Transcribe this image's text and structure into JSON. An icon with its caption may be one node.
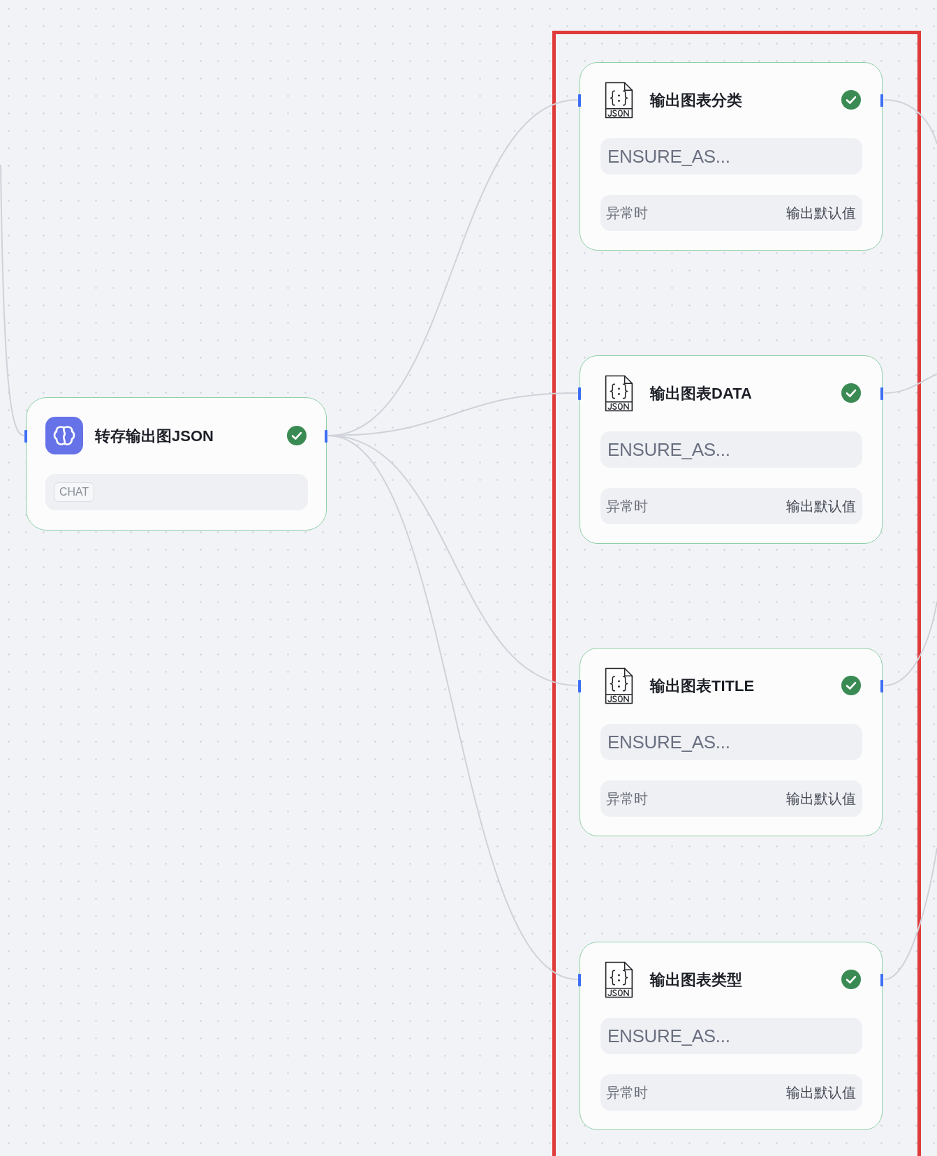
{
  "diagram": {
    "nodes": [
      {
        "text": [
          "转存输出图JSON",
          "CHAT"
        ]
      },
      {
        "text": [],
        "shape": "box"
      },
      {
        "text": [
          "输出图表分类",
          "ENSURE_AS...",
          "异常时",
          "输出默认值"
        ],
        "in": 1
      },
      {
        "text": [
          "输出图表DATA",
          "ENSURE_AS...",
          "异常时",
          "输出默认值"
        ],
        "in": 1
      },
      {
        "text": [
          "输出图表TITLE",
          "ENSURE_AS...",
          "异常时",
          "输出默认值"
        ],
        "in": 1
      },
      {
        "text": [
          "输出图表类型",
          "ENSURE_AS...",
          "异常时",
          "输出默认值"
        ],
        "in": 1
      }
    ],
    "edges": [
      {
        "from": null,
        "to": 0,
        "arrow": "none"
      },
      {
        "from": 0,
        "to": 2,
        "arrow": "none"
      },
      {
        "from": 0,
        "to": 3,
        "arrow": "none"
      },
      {
        "from": 0,
        "to": 4,
        "arrow": "none"
      },
      {
        "from": 0,
        "to": 5,
        "arrow": "none"
      },
      {
        "from": 2,
        "to": null,
        "arrow": "none"
      },
      {
        "from": 3,
        "to": null,
        "arrow": "none"
      },
      {
        "from": 4,
        "to": null,
        "arrow": "none"
      },
      {
        "from": 5,
        "to": null,
        "arrow": "none"
      }
    ]
  }
}
